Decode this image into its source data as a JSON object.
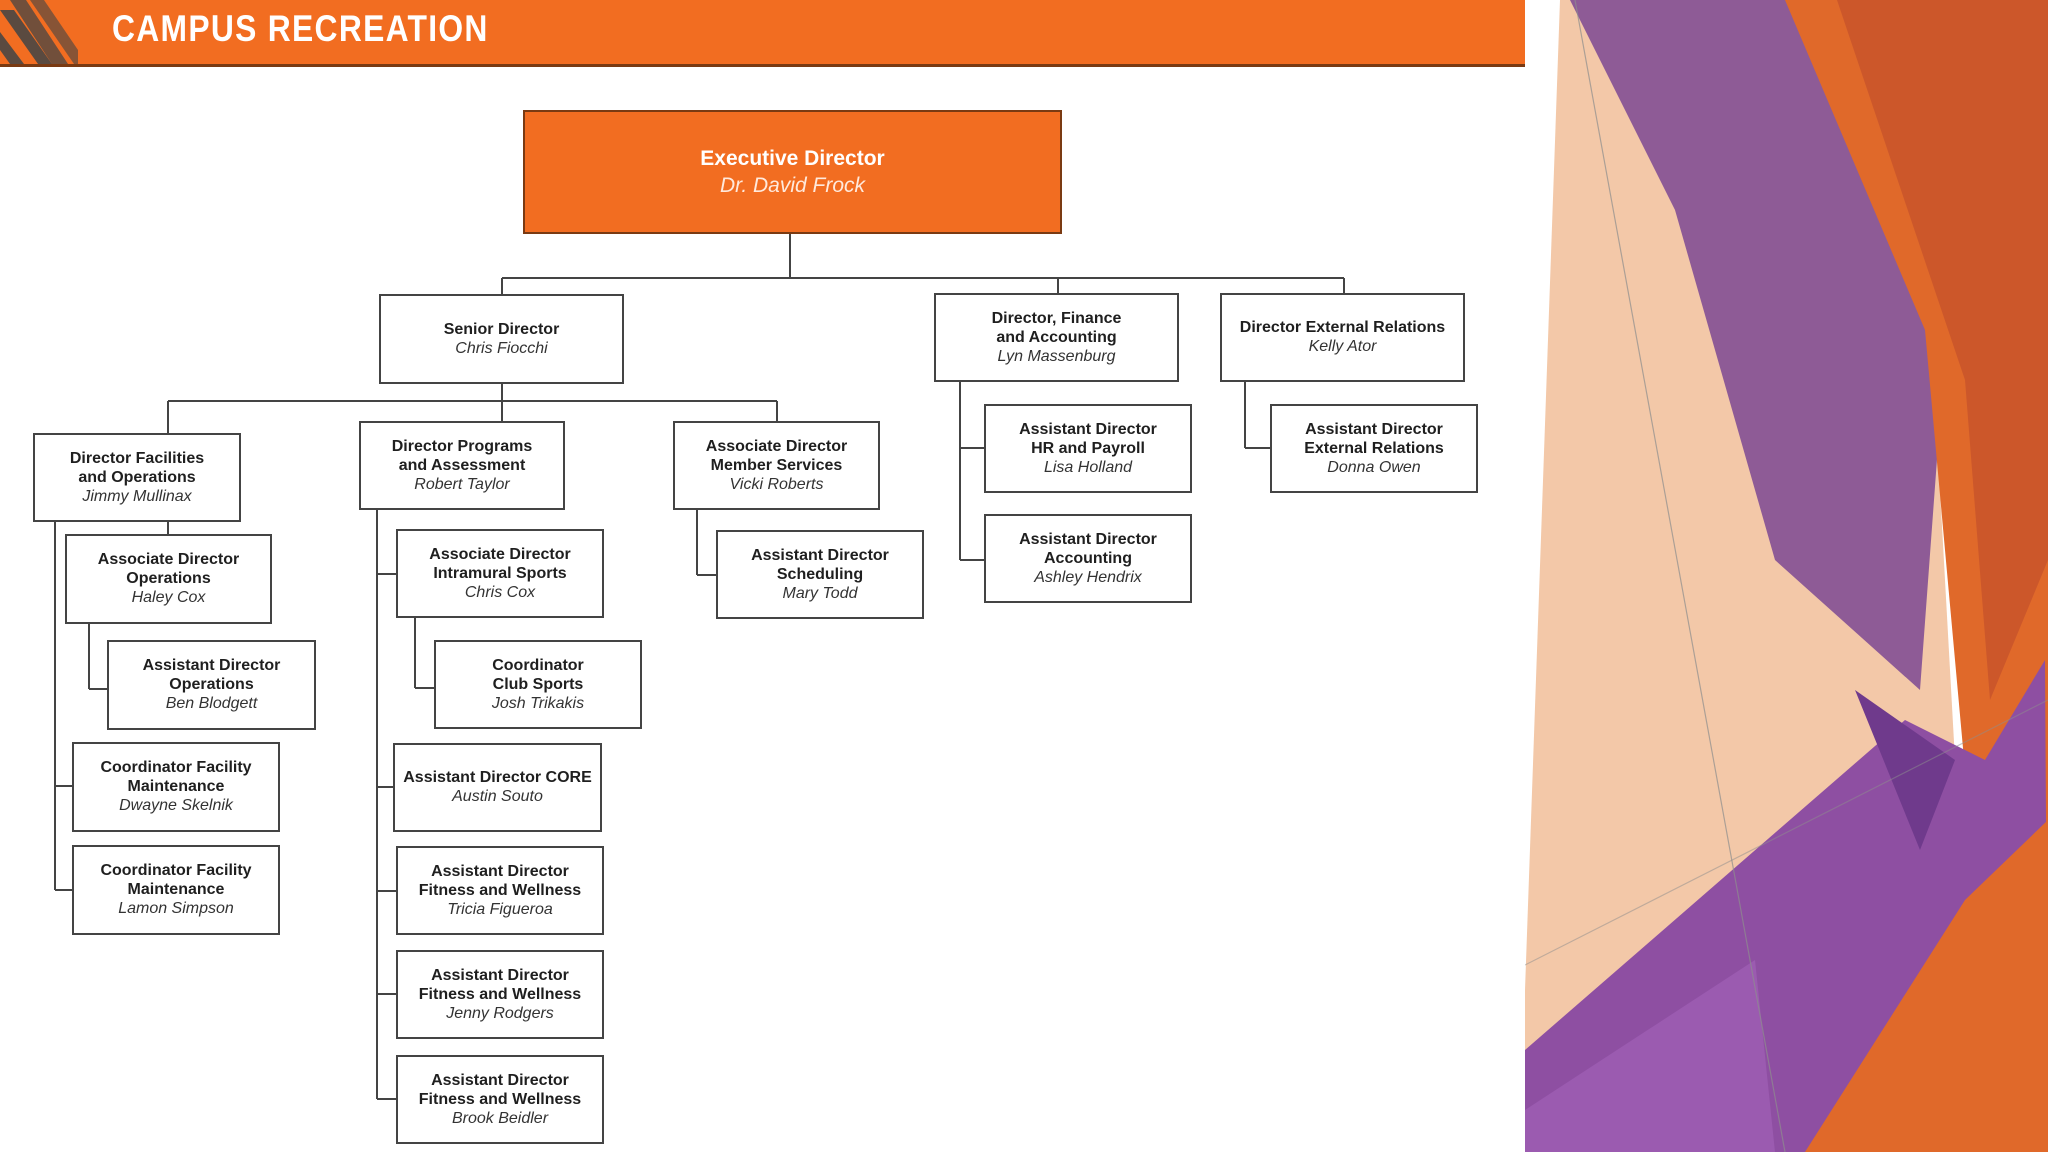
{
  "header": {
    "title": "CAMPUS RECREATION"
  },
  "colors": {
    "accent_orange": "#f26d21",
    "deco_purple": "#8e4fa2",
    "deco_peach": "#f3c8a8",
    "line": "#444444"
  },
  "org_chart": {
    "executive": {
      "title": "Executive Director",
      "name": "Dr. David Frock"
    },
    "senior_director": {
      "title": "Senior Director",
      "name": "Chris Fiocchi"
    },
    "director_finance": {
      "title": "Director, Finance\nand Accounting",
      "name": "Lyn Massenburg"
    },
    "director_external": {
      "title": "Director External Relations",
      "name": "Kelly Ator"
    },
    "director_facilities": {
      "title": "Director Facilities\nand Operations",
      "name": "Jimmy Mullinax"
    },
    "director_programs": {
      "title": "Director Programs\nand Assessment",
      "name": "Robert Taylor"
    },
    "assoc_member": {
      "title": "Associate Director\nMember Services",
      "name": "Vicki Roberts"
    },
    "asst_hr": {
      "title": "Assistant Director\nHR and Payroll",
      "name": "Lisa Holland"
    },
    "asst_accounting": {
      "title": "Assistant Director\nAccounting",
      "name": "Ashley Hendrix"
    },
    "asst_external": {
      "title": "Assistant Director\nExternal Relations",
      "name": "Donna Owen"
    },
    "assoc_operations": {
      "title": "Associate Director\nOperations",
      "name": "Haley Cox"
    },
    "asst_operations": {
      "title": "Assistant Director\nOperations",
      "name": "Ben Blodgett"
    },
    "coord_facility_1": {
      "title": "Coordinator Facility\nMaintenance",
      "name": "Dwayne Skelnik"
    },
    "coord_facility_2": {
      "title": "Coordinator Facility\nMaintenance",
      "name": "Lamon Simpson"
    },
    "assoc_intramural": {
      "title": "Associate Director\nIntramural Sports",
      "name": "Chris Cox"
    },
    "coord_club": {
      "title": "Coordinator\nClub Sports",
      "name": "Josh Trikakis"
    },
    "asst_core": {
      "title": "Assistant Director CORE",
      "name": "Austin Souto"
    },
    "asst_fitness_1": {
      "title": "Assistant Director\nFitness and Wellness",
      "name": "Tricia Figueroa"
    },
    "asst_fitness_2": {
      "title": "Assistant Director\nFitness and Wellness",
      "name": "Jenny Rodgers"
    },
    "asst_fitness_3": {
      "title": "Assistant Director\nFitness and Wellness",
      "name": "Brook Beidler"
    },
    "asst_scheduling": {
      "title": "Assistant Director\nScheduling",
      "name": "Mary Todd"
    }
  }
}
